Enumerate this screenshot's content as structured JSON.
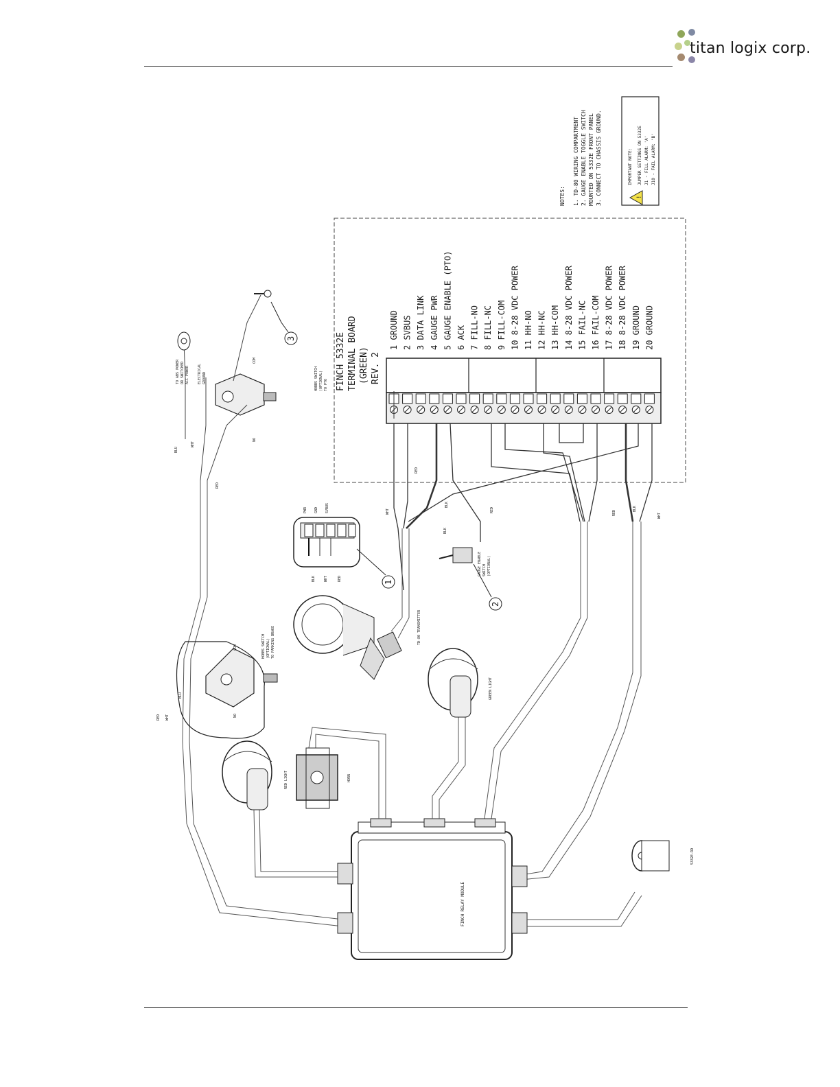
{
  "header": {
    "company": "titan logix corp.",
    "logo_dot_colors": [
      "#8fa65a",
      "#7f8aa3",
      "#c8d28c",
      "#b5d08a",
      "#a58a70",
      "#8b86a8"
    ]
  },
  "board": {
    "title_lines": [
      "FINCH 5332E",
      "TERMINAL BOARD",
      "(GREEN)",
      "REV. 2"
    ],
    "terminals": [
      "1  GROUND",
      "2  SVBUS",
      "3  DATA LINK",
      "4  GAUGE PWR",
      "5  GAUGE ENABLE (PTO)",
      "6  ACK",
      "7  FILL-NO",
      "8  FILL-NC",
      "9  FILL-COM",
      "10  8-28 VDC POWER",
      "11  HH-NO",
      "12  HH-NC",
      "13  HH-COM",
      "14  8-28 VDC POWER",
      "15  FAIL-NC",
      "16  FAIL-COM",
      "17  8-28 VDC POWER",
      "18  8-28 VDC POWER",
      "19  GROUND",
      "20  GROUND"
    ]
  },
  "notes": {
    "heading": "NOTES:",
    "lines": [
      "1. TD-80 WIRING COMPARTMENT",
      "2. GAUGE ENABLE TOGGLE SWITCH",
      "MOUNTED ON 5332E FRONT PANEL",
      "3. CONNECT TO CHASSIS GROUND."
    ]
  },
  "important": {
    "heading": "IMPORTANT NOTE:",
    "lines": [
      "JUMPER SETTINGS ON 5332E",
      "J1 - FILL ALARM: 'A'",
      "J10 - FAIL ALARM: 'B'"
    ]
  },
  "labels": {
    "power_lines": [
      "TO ABS POWER",
      "OR SWITCHED",
      "ACC POWER"
    ],
    "electrical_ground": [
      "ELECTRICAL",
      "GROUND"
    ],
    "hobbs_pto": [
      "HOBBS SWITCH",
      "(OPTIONAL)",
      "TO PTO"
    ],
    "hobbs_brake": [
      "HOBBS SWITCH",
      "(OPTIONAL)",
      "TO PARKING BRAKE"
    ],
    "td80": "TD-80 TRANSMITTER",
    "gauge_switch": [
      "GAUGE ENABLE",
      "SWITCH",
      "(OPTIONAL)"
    ],
    "green_light": "GREEN LIGHT",
    "red_light": "RED LIGHT",
    "horn": "HORN",
    "relay_module": "FINCH RELAY MODULE",
    "compartment": [
      "PWR",
      "GND",
      "SVBUS"
    ],
    "wire_blu": "BLU",
    "wire_wht": "WHT",
    "wire_red": "RED",
    "wire_blk": "BLK",
    "term_no": "NO",
    "term_com": "COM",
    "callout_1": "1",
    "callout_2": "2",
    "callout_3": "3",
    "drawing_no": "5332E-RD"
  }
}
